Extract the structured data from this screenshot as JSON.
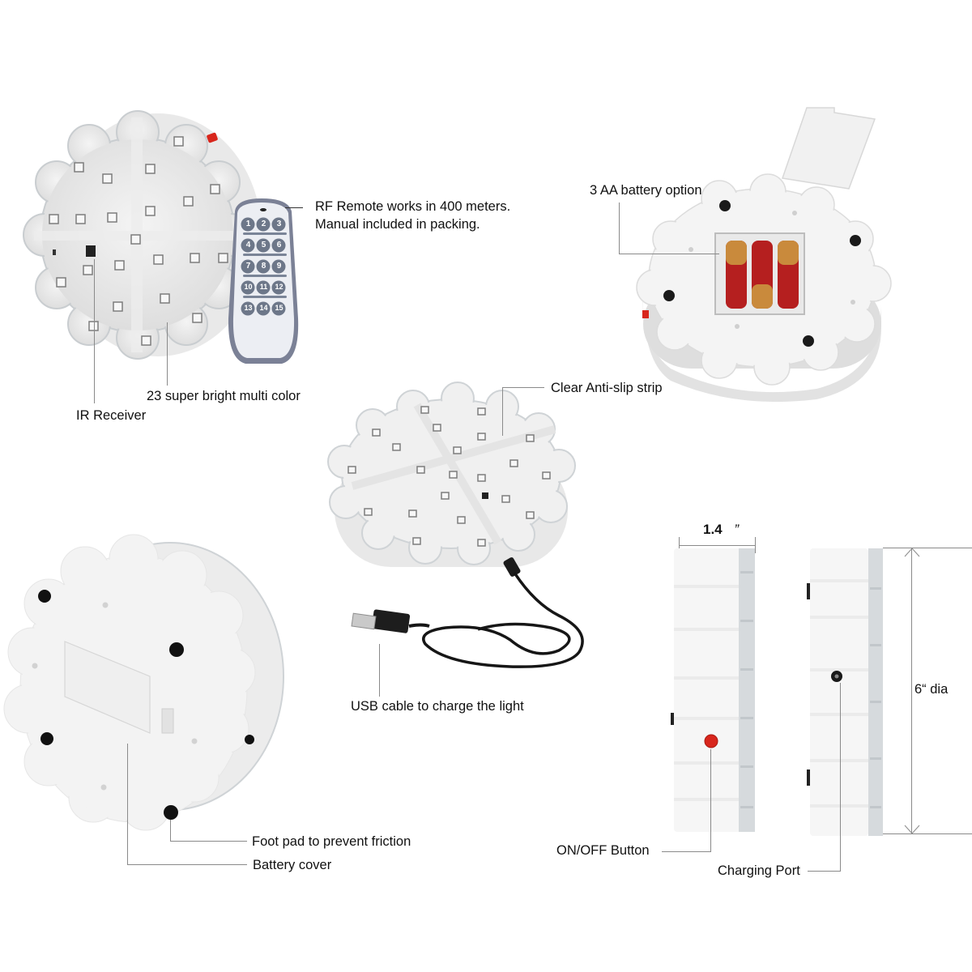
{
  "diagram": {
    "title": "LED base light product features",
    "colors": {
      "body": "#f2f2f2",
      "shell": "#e6e6e6",
      "clear_rim": "#d9dde0",
      "foot_pad": "#1a1a1a",
      "power_button": "#d8261c",
      "battery_red": "#b51f1f",
      "battery_gold": "#c98a3c",
      "remote_body": "#eceef3",
      "remote_button": "#6d7789",
      "callout_line": "#8a8a8a",
      "text": "#111111"
    },
    "callouts": {
      "rf_remote_line1": "RF Remote works in 400 meters.",
      "rf_remote_line2": "Manual included in packing.",
      "battery_option": "3 AA battery option",
      "led_count": "23 super bright multi color",
      "ir_receiver": "IR Receiver",
      "anti_slip": "Clear Anti-slip strip",
      "usb_cable": "USB cable to charge the light",
      "foot_pad": "Foot pad to prevent friction",
      "battery_cover": "Battery cover",
      "on_off": "ON/OFF Button",
      "charging_port": "Charging Port"
    },
    "dimensions": {
      "thickness": "1.4",
      "thickness_unit": "”",
      "diameter": "6“ dia"
    },
    "remote": {
      "buttons": [
        "1",
        "2",
        "3",
        "4",
        "5",
        "6",
        "7",
        "8",
        "9",
        "10",
        "11",
        "12",
        "13",
        "14",
        "15"
      ]
    },
    "panels": [
      {
        "name": "front-view-with-remote",
        "icon": "led-panel-icon"
      },
      {
        "name": "battery-compartment-view",
        "icon": "battery-compartment-icon"
      },
      {
        "name": "top-view-with-usb",
        "icon": "usb-cable-icon"
      },
      {
        "name": "back-view",
        "icon": "back-shell-icon"
      },
      {
        "name": "side-views-with-dimensions",
        "icon": "side-profile-icon"
      }
    ]
  }
}
